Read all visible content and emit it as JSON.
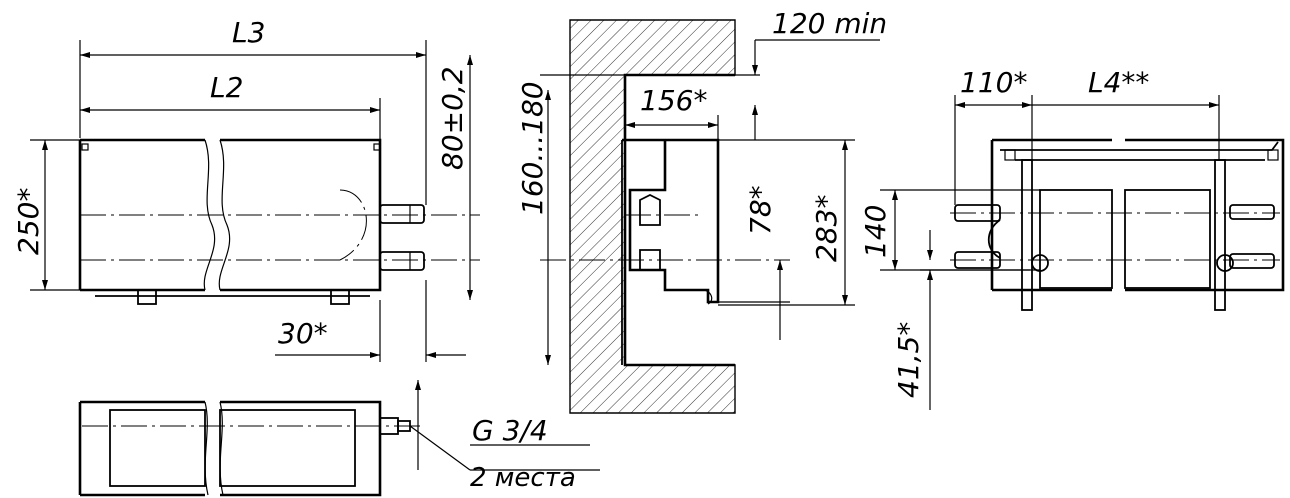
{
  "labels": {
    "L3": "L3",
    "L2": "L2",
    "h250": "250*",
    "h80": "80±0,2",
    "d30": "30*",
    "g34": "G 3/4",
    "mesta": "2 места",
    "d120": "120 min",
    "d160": "160...180",
    "d156": "156*",
    "d78": "78*",
    "d283": "283*",
    "d110": "110*",
    "L4": "L4**",
    "d140": "140",
    "d415": "41,5*"
  },
  "colors": {
    "line": "#000000",
    "background": "#ffffff",
    "hatch": "#000000"
  }
}
